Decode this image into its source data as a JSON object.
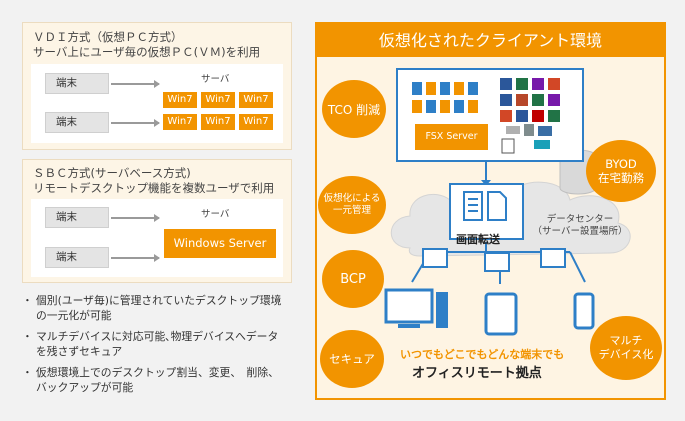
{
  "vdi": {
    "title_line1": "ＶＤＩ方式（仮想ＰＣ方式）",
    "title_line2": "サーバ上にユーザ毎の仮想ＰＣ(ＶＭ)を利用",
    "terminal_labels": [
      "端末",
      "端末"
    ],
    "server_label": "サーバ",
    "vm_labels": [
      "Win7",
      "Win7",
      "Win7",
      "Win7",
      "Win7",
      "Win7"
    ]
  },
  "sbc": {
    "title_line1": "ＳＢＣ方式(サーバベース方式)",
    "title_line2": "リモートデスクトップ機能を複数ユーザで利用",
    "terminal_labels": [
      "端末",
      "端末"
    ],
    "server_label": "サーバ",
    "server_box": "Windows Server"
  },
  "bullets": [
    [
      "個別(ユーザ毎)に管理されていたデスクトップ環境",
      "の一元化が可能"
    ],
    [
      "マルチデバイスに対応可能､物理デバイスへデータ",
      "を残さずセキュア"
    ],
    [
      "仮想環境上でのデスクトップ割当、変更、　削除、",
      "バックアップが可能"
    ]
  ],
  "right": {
    "header": "仮想化されたクライアント環境",
    "circles": {
      "tco": "TCO 削減",
      "unify": [
        "仮想化による",
        "一元管理"
      ],
      "bcp": "BCP",
      "security": "セキュア",
      "byod": [
        "BYOD",
        "在宅勤務"
      ],
      "multi": [
        "マルチ",
        "デバイス化"
      ]
    },
    "fsx_server": "FSX Server",
    "screen_transfer": "画面転送",
    "datacenter": [
      "データセンター",
      "（サーバー設置場所）"
    ],
    "tagline_orange": "いつでもどこでもどんな端末でも",
    "tagline_black": "オフィスリモート拠点"
  },
  "colors": {
    "orange": "#f29400",
    "blue": "#2e7fc7",
    "cream": "#fdf5e6"
  }
}
